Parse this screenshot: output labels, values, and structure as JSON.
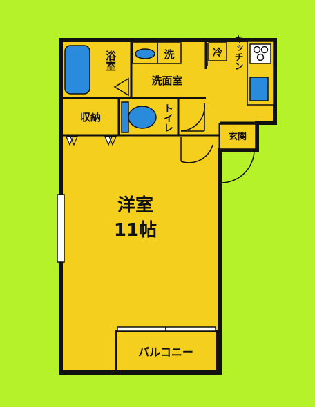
{
  "rooms": {
    "bath": "浴室",
    "washing_machine": "洗",
    "washroom": "洗面室",
    "fridge": "冷",
    "kitchen": "キッチン",
    "storage": "収納",
    "toilet": "トイレ",
    "entrance": "玄関",
    "western_room": "洋室",
    "western_room_size": "11帖",
    "balcony": "バルコニー"
  },
  "colors": {
    "background": "#b6f22a",
    "room_fill": "#f4cf1e",
    "wall": "#111111",
    "fixture_blue": "#2a8bdc",
    "white_fill": "#ffffff"
  },
  "icons": {
    "bathtub": "bathtub-icon",
    "washbasin": "washbasin-icon",
    "toilet": "toilet-icon",
    "stove": "stove-icon",
    "sink": "sink-icon"
  }
}
